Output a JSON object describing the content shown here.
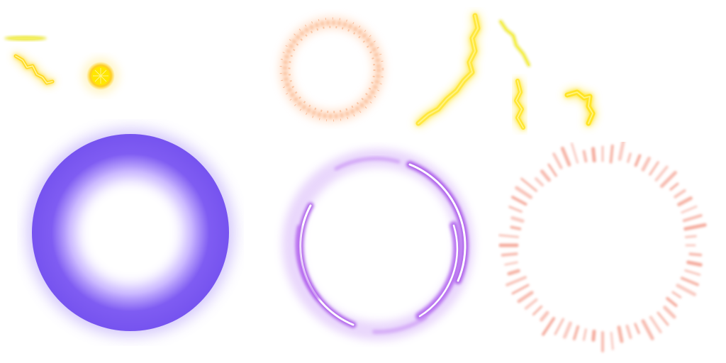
{
  "sheet": {
    "kind": "vfx-sprite-sheet",
    "background": "#ffffff"
  },
  "sprites": [
    {
      "name": "yellow-streak-thin",
      "color": "#e8e000"
    },
    {
      "name": "yellow-lightning-squiggle",
      "color": "#ffd400"
    },
    {
      "name": "yellow-spark-orb",
      "color": "#ffe600"
    },
    {
      "name": "orange-sparkle-ring",
      "color": "#ffb070"
    },
    {
      "name": "yellow-lightning-bolt-long",
      "color": "#ffe000"
    },
    {
      "name": "yellow-lightning-bolt-small",
      "color": "#e8e000"
    },
    {
      "name": "yellow-lightning-bolt-vertical",
      "color": "#ffe000"
    },
    {
      "name": "yellow-lightning-zigzag",
      "color": "#ffe000"
    },
    {
      "name": "purple-glow-ring",
      "color": "#7b55f0"
    },
    {
      "name": "violet-swirl-ring",
      "color": "#b060f0"
    },
    {
      "name": "salmon-spike-burst-ring",
      "color": "#f4a090"
    }
  ]
}
